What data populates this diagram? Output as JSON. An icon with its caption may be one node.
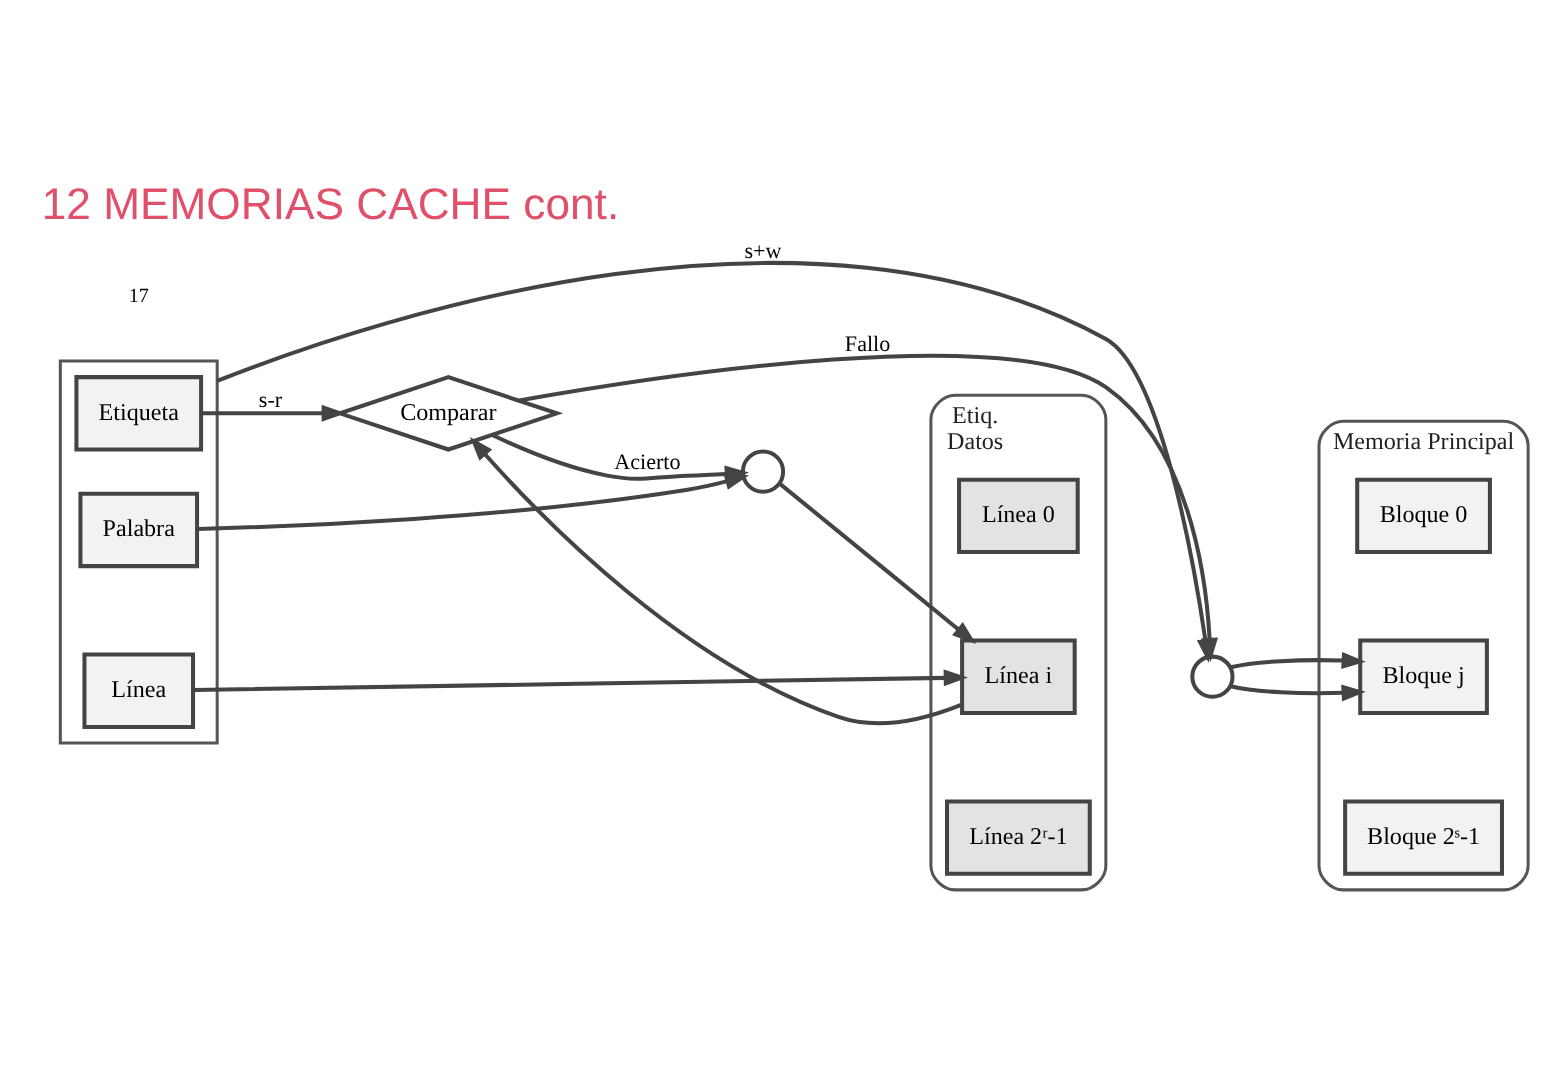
{
  "diagram": {
    "title": "12 MEMORIAS CACHE cont.",
    "nodes": [
      {
        "text": [],
        "shape": "box"
      },
      {
        "text": [
          "Etiqueta"
        ],
        "in": 0
      },
      {
        "text": [
          "Línea"
        ],
        "in": 0
      },
      {
        "text": [
          "Palabra"
        ],
        "in": 0
      },
      {
        "text": [
          "Comparar"
        ]
      },
      {
        "text": [],
        "shape": "circle"
      },
      {
        "text": [
          "Etiq.",
          "Datos"
        ]
      },
      {
        "text": [
          "Línea 0"
        ],
        "in": 6
      },
      {
        "text": [
          "Línea i"
        ],
        "in": 6
      },
      {
        "text": [
          "Línea 2ʳ-1"
        ],
        "in": 6
      },
      {
        "text": [],
        "shape": "circle"
      },
      {
        "text": [
          "Memoria Principal"
        ]
      },
      {
        "text": [
          "Bloque 0"
        ],
        "in": 11
      },
      {
        "text": [
          "Bloque j"
        ],
        "in": 11
      },
      {
        "text": [
          "Bloque 2ˢ-1"
        ],
        "in": 11
      }
    ],
    "edges": [
      {
        "from": 1,
        "to": 4,
        "arrow": "to",
        "label": "s-r"
      },
      {
        "from": 2,
        "to": 8,
        "arrow": "to"
      },
      {
        "from": 3,
        "to": 5,
        "arrow": "to"
      },
      {
        "from": 8,
        "to": 4,
        "arrow": "to"
      },
      {
        "from": 4,
        "to": 5,
        "arrow": "to",
        "label": "Acierto"
      },
      {
        "from": 5,
        "to": 8,
        "arrow": "to"
      },
      {
        "from": 4,
        "to": 10,
        "arrow": "to",
        "label": "Fallo"
      },
      {
        "from": 0,
        "to": 10,
        "arrow": "to",
        "label": "s+w"
      },
      {
        "from": 10,
        "to": 13,
        "arrow": "to"
      },
      {
        "from": 10,
        "to": 13,
        "arrow": "to"
      }
    ],
    "labels": [
      "17"
    ]
  }
}
